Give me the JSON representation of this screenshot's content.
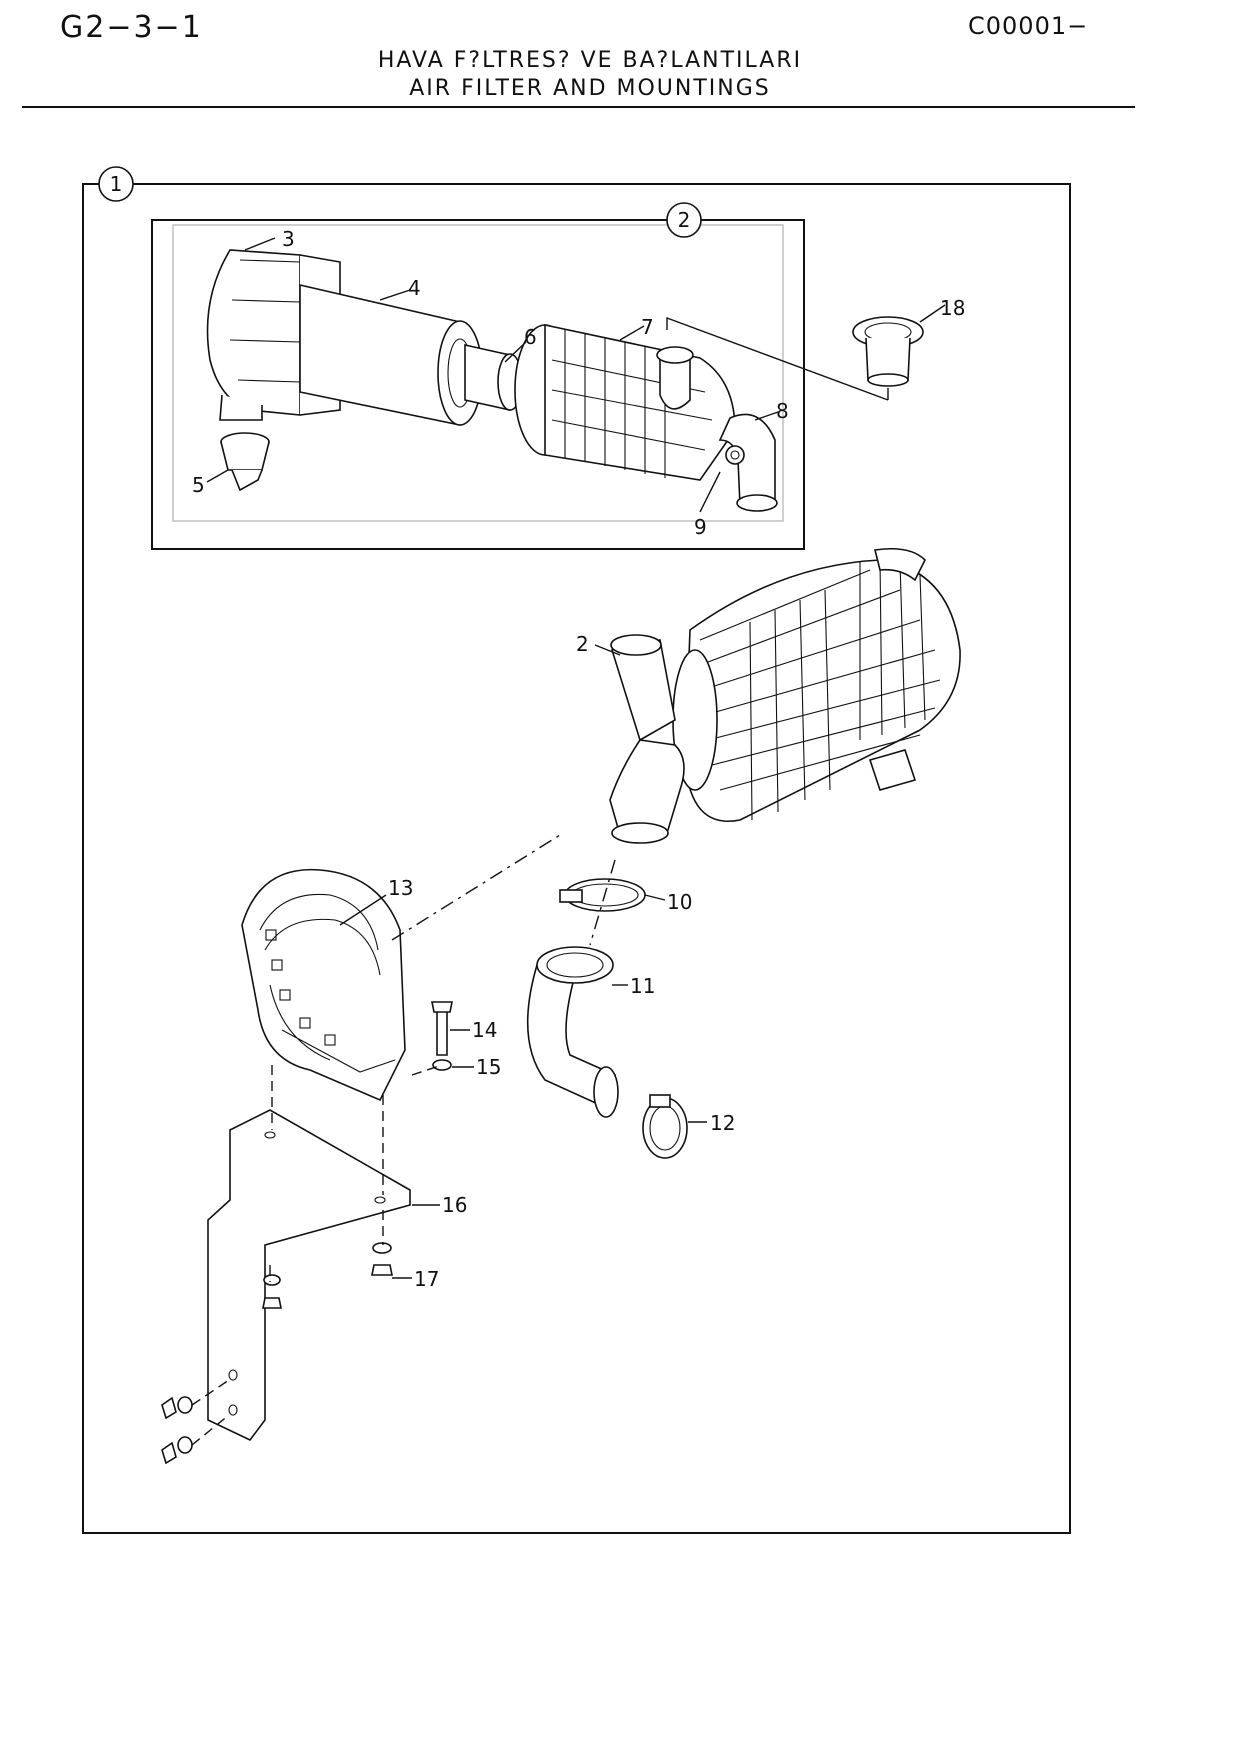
{
  "header": {
    "page_code": "G2−3−1",
    "doc_code": "C00001−",
    "title_tr": "HAVA F?LTRES? VE BA?LANTILARI",
    "title_en": "AIR FILTER AND MOUNTINGS"
  },
  "assemblies": [
    {
      "number": "1"
    },
    {
      "number": "2"
    }
  ],
  "callouts": [
    "2",
    "3",
    "4",
    "5",
    "6",
    "7",
    "8",
    "9",
    "10",
    "11",
    "12",
    "13",
    "14",
    "15",
    "16",
    "17",
    "18"
  ]
}
